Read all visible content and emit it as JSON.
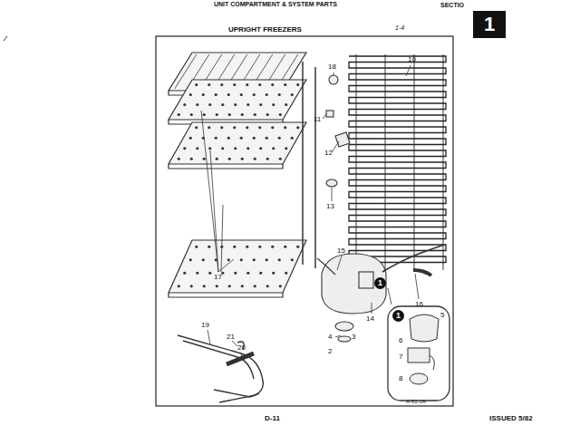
{
  "diagram": {
    "title": "UPRIGHT FREEZERS",
    "nodes": [
      {
        "text": [
          "1"
        ]
      }
    ],
    "labels": [
      "UNIT COMPARTMENT & SYSTEM PARTS",
      "SECTIO",
      "1-4",
      "18",
      "10",
      "11",
      "12",
      "13",
      "17",
      "15",
      "14",
      "16",
      "1",
      "4",
      "3",
      "2",
      "19",
      "21",
      "20",
      "1",
      "5",
      "6",
      "7",
      "8",
      "A-61-JA",
      "D-11",
      "ISSUED 5/82"
    ]
  }
}
